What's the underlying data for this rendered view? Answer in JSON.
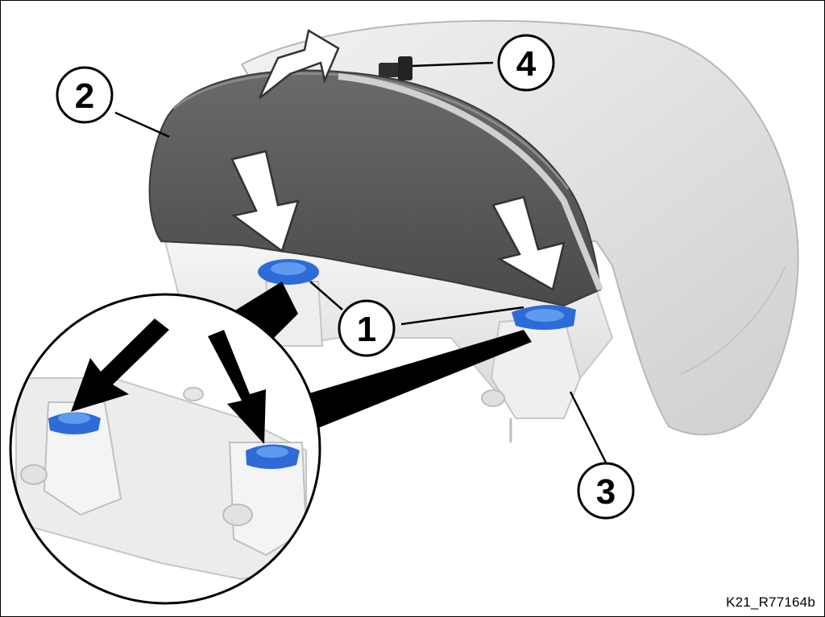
{
  "diagram": {
    "callouts": [
      {
        "id": "1",
        "label": "1"
      },
      {
        "id": "2",
        "label": "2"
      },
      {
        "id": "3",
        "label": "3"
      },
      {
        "id": "4",
        "label": "4"
      }
    ],
    "reference_code": "K21_R77164b",
    "colors": {
      "clip_blue": "#2f6bd8",
      "clip_blue_light": "#5d9bf0",
      "housing_dark": "#5a5a5a",
      "housing_light": "#e6e6e6",
      "outline": "#000000",
      "arrow_fill": "#ffffff"
    }
  }
}
